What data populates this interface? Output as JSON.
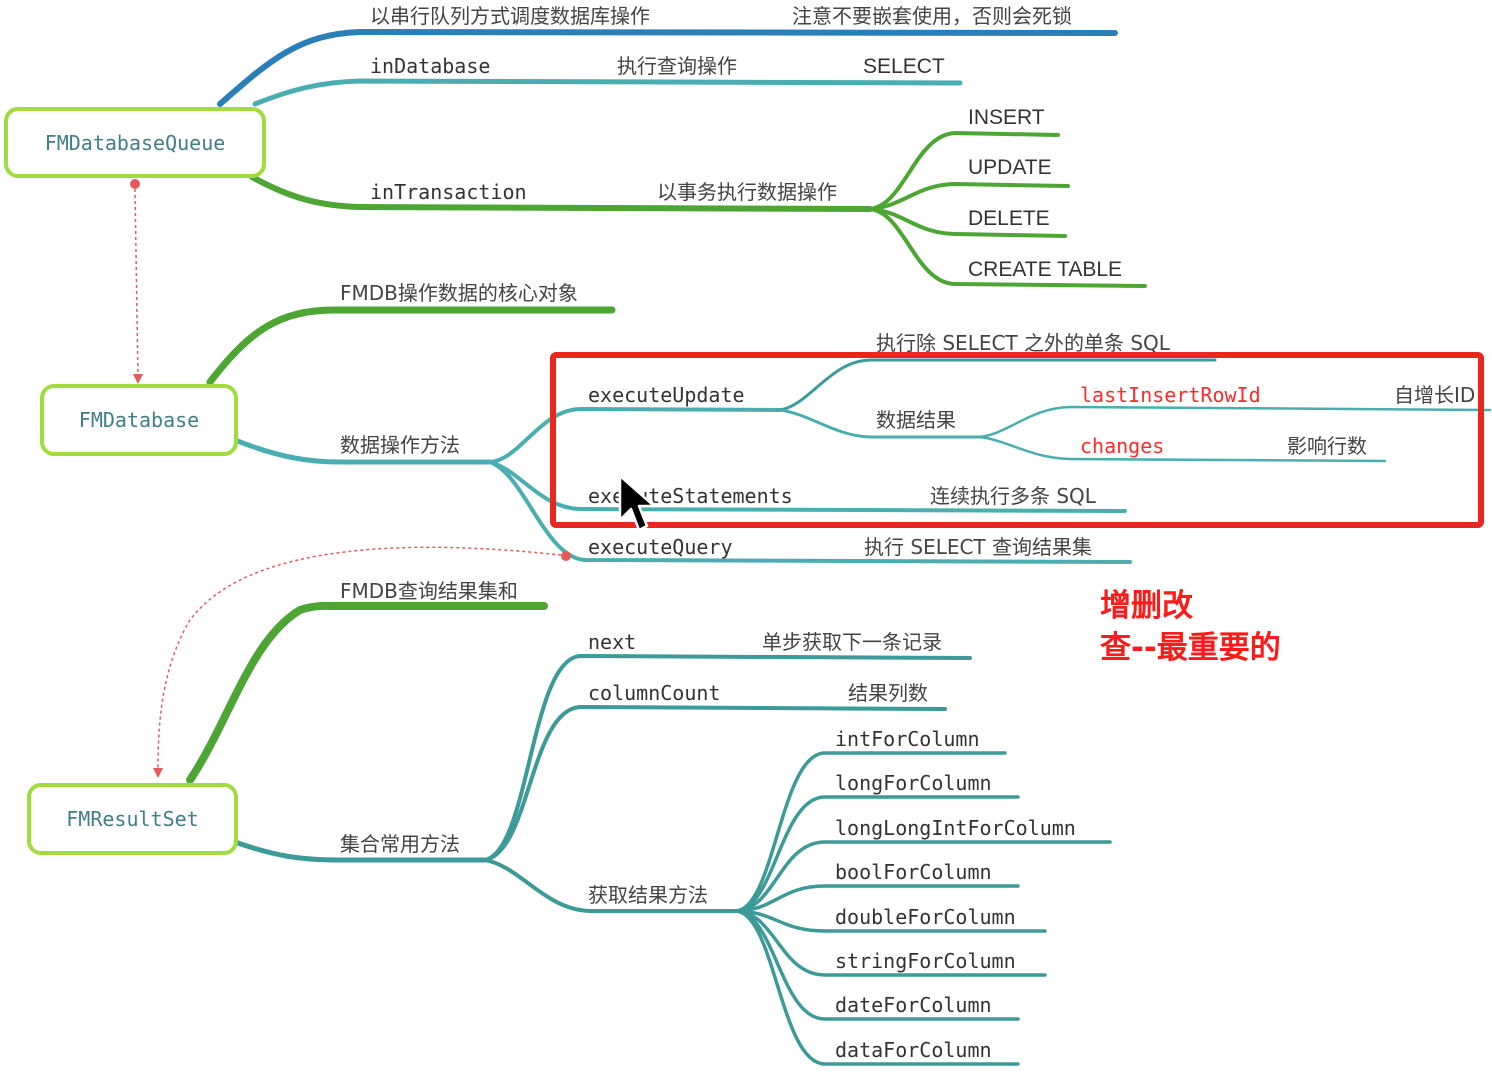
{
  "roots": {
    "queue": "FMDatabaseQueue",
    "database": "FMDatabase",
    "resultset": "FMResultSet"
  },
  "queue": {
    "desc": "以串行队列方式调度数据库操作",
    "warning": "注意不要嵌套使用，否则会死锁",
    "inDatabase": "inDatabase",
    "inDatabase_desc": "执行查询操作",
    "select": "SELECT",
    "inTransaction": "inTransaction",
    "inTransaction_desc": "以事务执行数据操作",
    "ops": [
      "INSERT",
      "UPDATE",
      "DELETE",
      "CREATE TABLE"
    ]
  },
  "database": {
    "desc": "FMDB操作数据的核心对象",
    "methods_label": "数据操作方法",
    "executeUpdate": "executeUpdate",
    "executeUpdate_desc": "执行除 SELECT 之外的单条 SQL",
    "result_label": "数据结果",
    "lastInsertRowId": "lastInsertRowId",
    "lastInsertRowId_desc": "自增长ID",
    "changes": "changes",
    "changes_desc": "影响行数",
    "executeStatements": "executeStatements",
    "executeStatements_desc": "连续执行多条 SQL",
    "executeQuery": "executeQuery",
    "executeQuery_desc": "执行 SELECT 查询结果集"
  },
  "resultset": {
    "desc": "FMDB查询结果集和",
    "methods_label": "集合常用方法",
    "next": "next",
    "next_desc": "单步获取下一条记录",
    "columnCount": "columnCount",
    "columnCount_desc": "结果列数",
    "getter_label": "获取结果方法",
    "getters": [
      "intForColumn",
      "longForColumn",
      "longLongIntForColumn",
      "boolForColumn",
      "doubleForColumn",
      "stringForColumn",
      "dateForColumn",
      "dataForColumn"
    ]
  },
  "annotation": {
    "line1": "增删改",
    "line2": "查--最重要的"
  },
  "colors": {
    "node_border": "#9fdc3c",
    "branch_blue": "#2b7fb8",
    "branch_teal": "#4aaeb0",
    "branch_green": "#4da534",
    "branch_teal_dark": "#3c9a98",
    "highlight": "#e8271f",
    "emphasis": "#ff2a2a"
  }
}
